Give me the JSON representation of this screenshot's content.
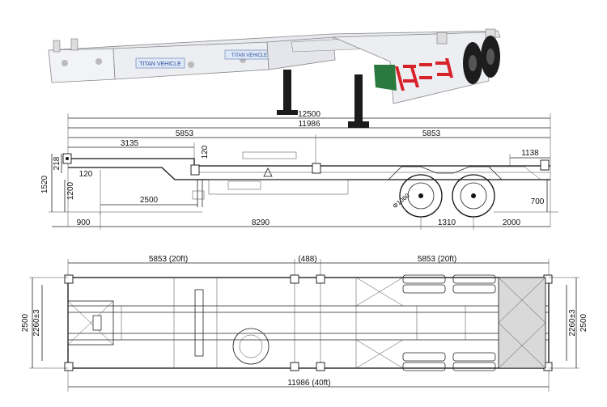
{
  "photo": {
    "brand_plate_left": "TITAN VEHICLE",
    "brand_plate_right": "TITAN VEHICLE"
  },
  "side_view": {
    "overall_length": "12500",
    "frame_length": "11986",
    "front_section": "5853",
    "rear_section": "5853",
    "gooseneck": "3135",
    "rear_end": "1138",
    "neck_step": "120",
    "kingpin_left": "218",
    "kingpin_offset": "120",
    "fifth_wheel_height": "1520",
    "frame_height": "1200",
    "landing_gear": "2500",
    "rear_height": "700",
    "front_overhang": "900",
    "wheelbase": "8290",
    "axle_spread": "1310",
    "rear_overhang": "2000",
    "axle_tag": "Φ1060"
  },
  "top_view": {
    "front_label": "5853 (20ft)",
    "center_label": "(488)",
    "rear_label": "5853 (20ft)",
    "width_left": "2500",
    "inner_left": "2260±3",
    "inner_right": "2260±3",
    "width_right": "2500",
    "total_label": "11986 (40ft)"
  }
}
